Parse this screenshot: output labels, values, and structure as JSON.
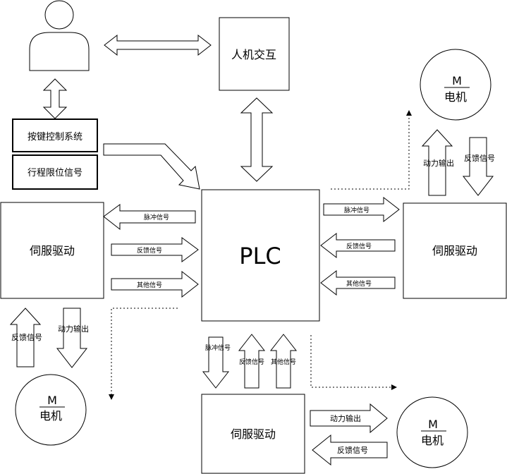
{
  "colors": {
    "stroke": "#000000",
    "fill": "#ffffff"
  },
  "nodes": {
    "user": {
      "icon": "user-icon"
    },
    "hmi": {
      "label": "人机交互"
    },
    "keypad": {
      "label": "按键控制系统"
    },
    "limit": {
      "label": "行程限位信号"
    },
    "plc": {
      "label": "PLC"
    },
    "servo_left": {
      "label": "伺服驱动"
    },
    "servo_right": {
      "label": "伺服驱动"
    },
    "servo_bottom": {
      "label": "伺服驱动"
    },
    "motor_right": {
      "top": "M",
      "bottom": "电机"
    },
    "motor_left": {
      "top": "M",
      "bottom": "电机"
    },
    "motor_bottom": {
      "top": "M",
      "bottom": "电机"
    }
  },
  "signals": {
    "pulse": "脉冲信号",
    "feedback": "反馈信号",
    "other": "其他信号",
    "power": "动力输出"
  }
}
